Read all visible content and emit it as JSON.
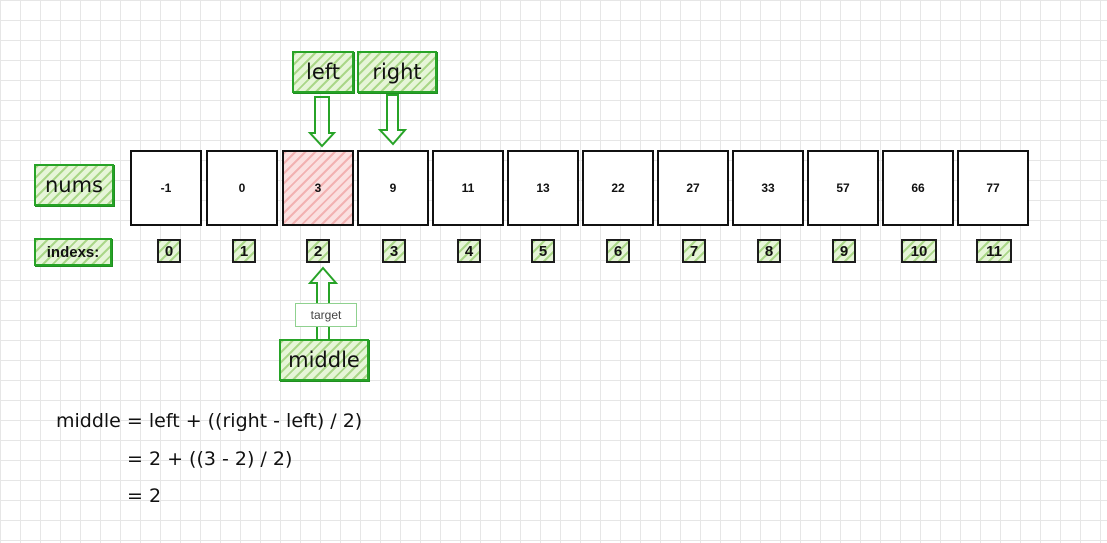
{
  "labels": {
    "nums": "nums",
    "indexs": "indexs:",
    "left": "left",
    "right": "right",
    "middle": "middle",
    "target": "target"
  },
  "nums": [
    "-1",
    "0",
    "3",
    "9",
    "11",
    "13",
    "22",
    "27",
    "33",
    "57",
    "66",
    "77"
  ],
  "indexes": [
    "0",
    "1",
    "2",
    "3",
    "4",
    "5",
    "6",
    "7",
    "8",
    "9",
    "10",
    "11"
  ],
  "highlight_index": 2,
  "formula": {
    "line1": "middle = left + ((right - left) / 2)",
    "line2": "= 2 + ((3 - 2) / 2)",
    "line3": "= 2"
  },
  "colors": {
    "accent_green": "#27a327",
    "highlight_red": "#e67878",
    "grid": "#e6e6e6"
  }
}
